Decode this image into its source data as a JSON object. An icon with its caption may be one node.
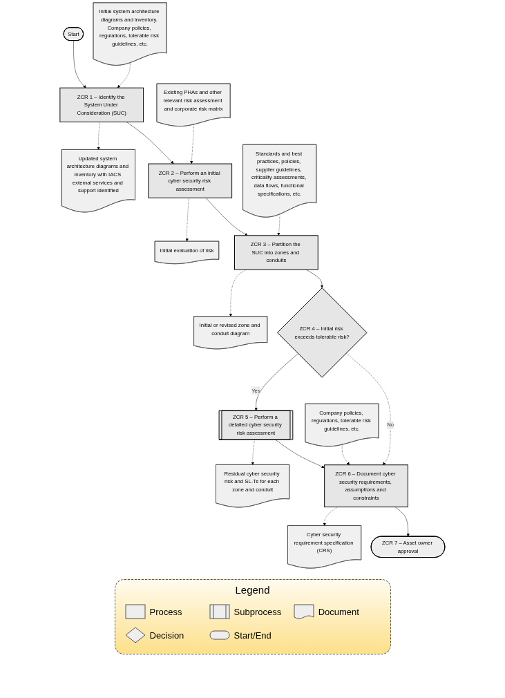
{
  "diagram": {
    "nodes": [
      {
        "text": [
          "Start"
        ]
      },
      {
        "text": [
          "Initial system architecture diagrams and inventory. Company policies, regulations, tolerable risk guidelines, etc."
        ]
      },
      {
        "text": [
          "ZCR 1 – Identify the System Under Consideration (SUC)"
        ]
      },
      {
        "text": [
          "Updated system architecture diagrams and inventory with IACS external services and support identified"
        ]
      },
      {
        "text": [
          "Existing PHAs and other relevant risk assessment and corporate risk matrix"
        ]
      },
      {
        "text": [
          "ZCR 2 – Perform an initial cyber security risk assessment"
        ]
      },
      {
        "text": [
          "Initial evaluation of risk"
        ]
      },
      {
        "text": [
          "Standards and best practices, policies, supplier guidelines, criticality assessments, data flows, functional specifications, etc."
        ]
      },
      {
        "text": [
          "ZCR 3 – Partition the SUC into zones and conduits"
        ]
      },
      {
        "text": [
          "Initial or revised zone and conduit diagram"
        ]
      },
      {
        "text": [
          "ZCR 4 – Initial risk exceeds tolerable risk?"
        ]
      },
      {
        "text": [
          "ZCR 5 – Perform a detailed cyber security risk assessment"
        ]
      },
      {
        "text": [
          "Residual cyber security risk and SL-Ts for each zone and conduit"
        ]
      },
      {
        "text": [
          "Company policies, regulations, tolerable risk guidelines, etc."
        ]
      },
      {
        "text": [
          "ZCR 6 – Document cyber security requirements, assumptions and constraints"
        ]
      },
      {
        "text": [
          "Cyber security requirement specification (CRS)"
        ]
      },
      {
        "text": [
          "ZCR 7 – Asset owner approval"
        ]
      }
    ],
    "edges": [
      {
        "from": 0,
        "to": 2,
        "arrow": "to"
      },
      {
        "from": 1,
        "to": 2,
        "arrow": "to",
        "style": "dashed"
      },
      {
        "from": 2,
        "to": 3,
        "arrow": "to",
        "style": "dashed"
      },
      {
        "from": 2,
        "to": 5,
        "arrow": "to"
      },
      {
        "from": 4,
        "to": 5,
        "arrow": "to",
        "style": "dashed"
      },
      {
        "from": 5,
        "to": 6,
        "arrow": "to",
        "style": "dashed"
      },
      {
        "from": 5,
        "to": 8,
        "arrow": "to"
      },
      {
        "from": 7,
        "to": 8,
        "arrow": "to",
        "style": "dashed"
      },
      {
        "from": 8,
        "to": 9,
        "arrow": "to",
        "style": "dashed"
      },
      {
        "from": 8,
        "to": 10,
        "arrow": "to"
      },
      {
        "from": 10,
        "to": 11,
        "arrow": "to",
        "label": "Yes"
      },
      {
        "from": 10,
        "to": 14,
        "arrow": "to",
        "label": "No",
        "style": "dashed"
      },
      {
        "from": 11,
        "to": 12,
        "arrow": "to",
        "style": "dashed"
      },
      {
        "from": 11,
        "to": 14,
        "arrow": "to"
      },
      {
        "from": 13,
        "to": 14,
        "arrow": "to",
        "style": "dashed"
      },
      {
        "from": 14,
        "to": 15,
        "arrow": "to",
        "style": "dashed"
      },
      {
        "from": 14,
        "to": 16,
        "arrow": "to"
      }
    ],
    "labels": [
      "Legend"
    ],
    "legend": [
      {
        "text": "Process"
      },
      {
        "text": "Subprocess"
      },
      {
        "text": "Document"
      },
      {
        "text": "Decision"
      },
      {
        "text": "Start/End"
      }
    ]
  }
}
